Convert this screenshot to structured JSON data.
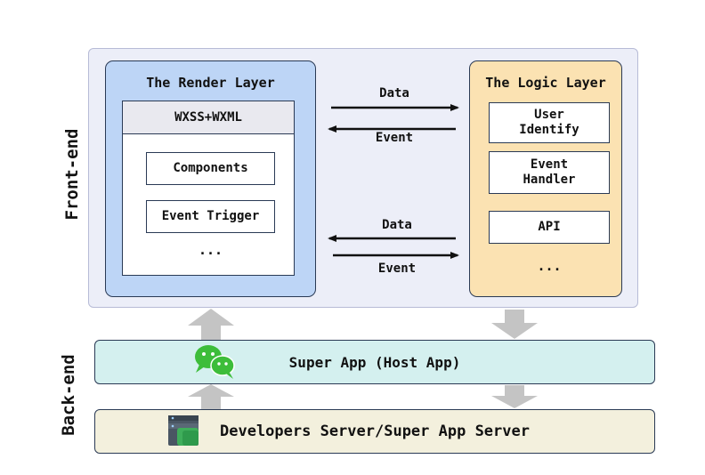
{
  "side_labels": {
    "frontend": "Front-end",
    "backend": "Back-end"
  },
  "render_layer": {
    "title": "The Render Layer",
    "header": "WXSS+WXML",
    "items": [
      "Components",
      "Event Trigger"
    ],
    "more": "..."
  },
  "logic_layer": {
    "title": "The Logic Layer",
    "items": [
      "User\nIdentify",
      "Event\nHandler",
      "API"
    ],
    "more": "..."
  },
  "arrows": {
    "top_data": "Data",
    "top_event": "Event",
    "bottom_data": "Data",
    "bottom_event": "Event"
  },
  "backend": {
    "super_app": "Super App (Host App)",
    "server": "Developers Server/Super App Server"
  },
  "icons": {
    "super_app_icon": "wechat-icon",
    "server_icon": "server-icon"
  },
  "colors": {
    "frontend_bg": "#eceef8",
    "render_layer": "#bdd5f6",
    "logic_layer": "#fbe2b2",
    "super_app_bar": "#d4f0ef",
    "server_bar": "#f3f0dd",
    "wechat_green": "#3dbd3a",
    "gray_arrow": "#c4c4c4"
  }
}
